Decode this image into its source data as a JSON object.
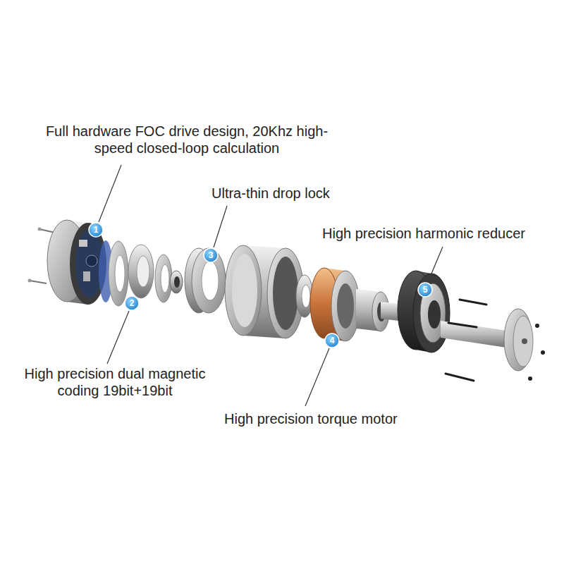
{
  "diagram": {
    "nodes": [
      {
        "text": [
          "1"
        ]
      },
      {
        "text": [
          "2"
        ]
      },
      {
        "text": [
          "3"
        ]
      },
      {
        "text": [
          "4"
        ]
      },
      {
        "text": [
          "5"
        ]
      }
    ],
    "labels": [
      "Full hardware FOC drive design, 20Khz high-speed closed-loop calculation",
      "Ultra-thin drop lock",
      "High precision harmonic reducer",
      "High precision dual magnetic coding 19bit+19bit",
      "High precision torque motor"
    ]
  }
}
